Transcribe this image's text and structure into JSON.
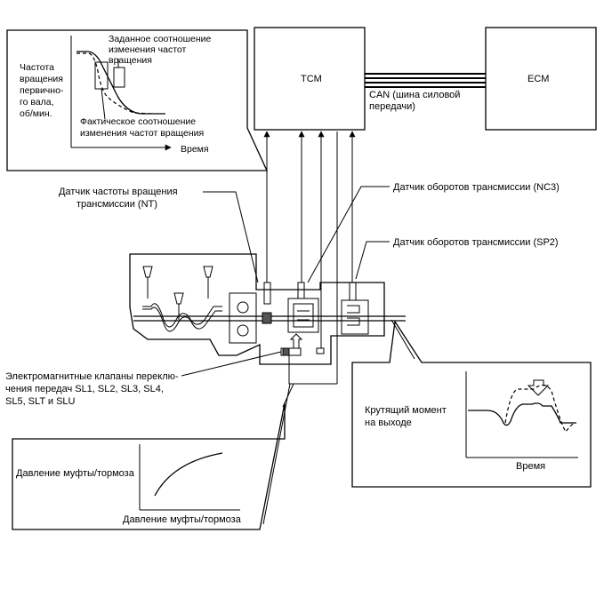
{
  "boxes": {
    "tcm": "TCM",
    "ecm": "ECM"
  },
  "can": {
    "line1": "CAN (шина силовой",
    "line2": "передачи)"
  },
  "inset_top_left": {
    "target_line1": "Заданное соотношение",
    "target_line2": "изменения частот",
    "target_line3": "вращения",
    "actual_line1": "Фактическое соотношение",
    "actual_line2": "изменения частот вращения",
    "yaxis_line1": "Частота",
    "yaxis_line2": "вращения",
    "yaxis_line3": "первично-",
    "yaxis_line4": "го вала,",
    "yaxis_line5": "об/мин.",
    "xaxis": "Время"
  },
  "sensors": {
    "nt_line1": "Датчик частоты вращения",
    "nt_line2": "трансмиссии (NT)",
    "nc3": "Датчик оборотов трансмиссии (NC3)",
    "sp2": "Датчик оборотов трансмиссии (SP2)"
  },
  "solenoids": {
    "line1": "Электромагнитные клапаны переклю-",
    "line2": "чения передач SL1, SL2, SL3, SL4,",
    "line3": "SL5, SLT и SLU"
  },
  "inset_right": {
    "ylabel_line1": "Крутящий момент",
    "ylabel_line2": "на выходе",
    "xlabel": "Время"
  },
  "inset_bottom_left": {
    "ylabel": "Давление муфты/тормоза",
    "xlabel": "Давление муфты/тормоза"
  }
}
